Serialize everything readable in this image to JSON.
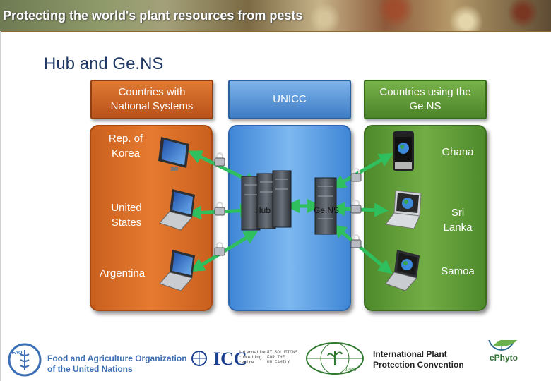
{
  "banner": {
    "title": "Protecting the world's plant resources from pests"
  },
  "heading": "Hub and Ge.NS",
  "columns": {
    "left": {
      "header": [
        "Countries with",
        "National Systems"
      ]
    },
    "middle": {
      "header": "UNICC"
    },
    "right": {
      "header": [
        "Countries using the",
        "Ge.NS"
      ]
    }
  },
  "left_countries": [
    {
      "name": [
        "Rep. of",
        "Korea"
      ],
      "device": "desktop-monitor-icon"
    },
    {
      "name": [
        "United",
        "States"
      ],
      "device": "laptop-icon"
    },
    {
      "name": [
        "Argentina"
      ],
      "device": "laptop-icon"
    }
  ],
  "servers": {
    "hub": "Hub",
    "gens": "Ge.NS"
  },
  "right_countries": [
    {
      "name": [
        "Ghana"
      ],
      "device": "smartphone-icon"
    },
    {
      "name": [
        "Sri",
        "Lanka"
      ],
      "device": "laptop-icon"
    },
    {
      "name": [
        "Samoa"
      ],
      "device": "laptop-icon"
    }
  ],
  "colors": {
    "national_systems": "#e07a35",
    "unicc": "#5a9be0",
    "gens_users": "#5f9a36",
    "connector": "#2fbf5f",
    "heading": "#1f3864"
  },
  "footer": {
    "fao": {
      "name": [
        "Food and Agriculture Organization",
        "of the United Nations"
      ],
      "logo_letters": "FAO"
    },
    "icc": {
      "name": "ICC",
      "subtitle": [
        "international",
        "computing",
        "centre"
      ],
      "slogan": [
        "IT SOLUTIONS",
        "FOR THE",
        "UN FAMILY"
      ]
    },
    "ippc": {
      "name": [
        "International Plant",
        "Protection Convention"
      ],
      "logo_text": "IPPC"
    },
    "ephyto": {
      "name": "ePhyto"
    }
  }
}
